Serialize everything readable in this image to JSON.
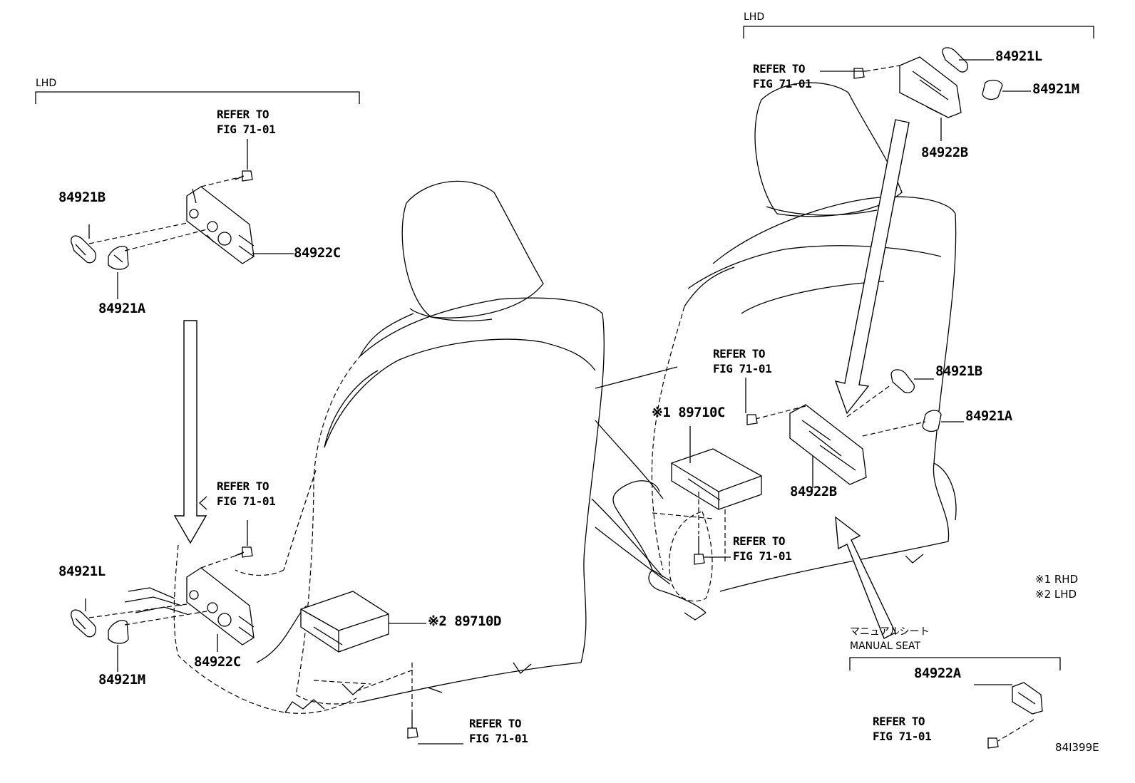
{
  "groups": {
    "lhd_left": "LHD",
    "lhd_right": "LHD",
    "manual_jp": "マニュアルシート",
    "manual_en": "MANUAL SEAT"
  },
  "parts": {
    "p84921B_l": "84921B",
    "p84921A_l": "84921A",
    "p84922C_top": "84922C",
    "p84921L_l": "84921L",
    "p84921M_l": "84921M",
    "p84922C_bot": "84922C",
    "p89710D": "※2 89710D",
    "p84921L_r": "84921L",
    "p84921M_r": "84921M",
    "p84922B_top": "84922B",
    "p84921B_r": "84921B",
    "p84921A_r": "84921A",
    "p84922B_mid": "84922B",
    "p89710C": "※1 89710C",
    "p84922A": "84922A"
  },
  "refs": {
    "ref1_a": "REFER TO",
    "ref1_b": "FIG 71-01",
    "ref2_a": "REFER TO",
    "ref2_b": "FIG 71-01",
    "ref3_a": "REFER TO",
    "ref3_b": "FIG 71-01",
    "ref4_a": "REFER TO",
    "ref4_b": "FIG 71-01",
    "ref5_a": "REFER TO",
    "ref5_b": "FIG 71-01",
    "ref6_a": "REFER TO",
    "ref6_b": "FIG 71-01",
    "ref7_a": "REFER TO",
    "ref7_b": "FIG 71-01"
  },
  "notes": {
    "rhd": "※1 RHD",
    "lhd": "※2 LHD",
    "drawing_no": "84I399E"
  }
}
